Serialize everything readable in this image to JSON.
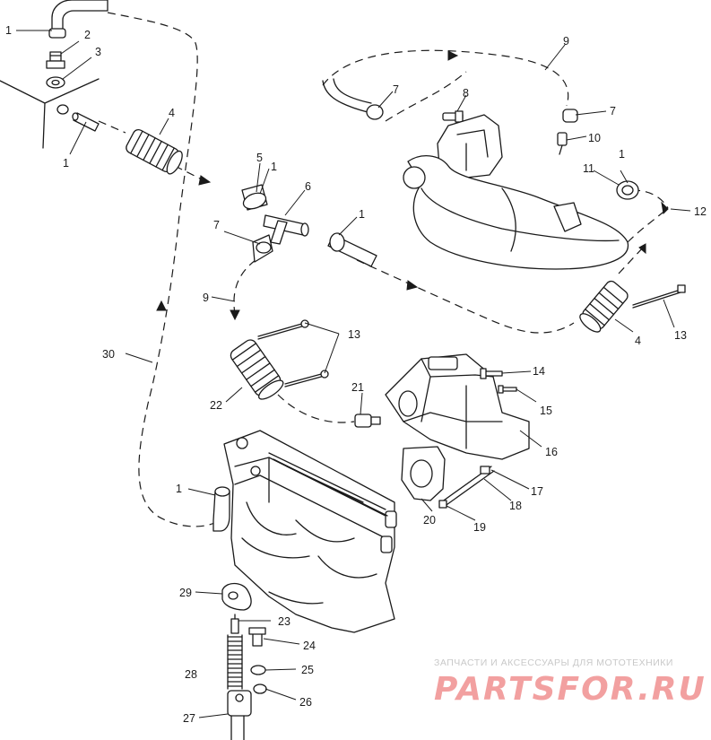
{
  "callouts": [
    {
      "id": "1a",
      "text": "1"
    },
    {
      "id": "2",
      "text": "2"
    },
    {
      "id": "3",
      "text": "3"
    },
    {
      "id": "1b",
      "text": "1"
    },
    {
      "id": "4a",
      "text": "4"
    },
    {
      "id": "5",
      "text": "5"
    },
    {
      "id": "1c",
      "text": "1"
    },
    {
      "id": "6",
      "text": "6"
    },
    {
      "id": "7a",
      "text": "7"
    },
    {
      "id": "1d",
      "text": "1"
    },
    {
      "id": "9a",
      "text": "9"
    },
    {
      "id": "30",
      "text": "30"
    },
    {
      "id": "22",
      "text": "22"
    },
    {
      "id": "13a",
      "text": "13"
    },
    {
      "id": "7b",
      "text": "7"
    },
    {
      "id": "8",
      "text": "8"
    },
    {
      "id": "9b",
      "text": "9"
    },
    {
      "id": "7c",
      "text": "7"
    },
    {
      "id": "10",
      "text": "10"
    },
    {
      "id": "11",
      "text": "11"
    },
    {
      "id": "1e",
      "text": "1"
    },
    {
      "id": "12",
      "text": "12"
    },
    {
      "id": "4b",
      "text": "4"
    },
    {
      "id": "13b",
      "text": "13"
    },
    {
      "id": "14",
      "text": "14"
    },
    {
      "id": "15",
      "text": "15"
    },
    {
      "id": "16",
      "text": "16"
    },
    {
      "id": "21",
      "text": "21"
    },
    {
      "id": "17",
      "text": "17"
    },
    {
      "id": "18",
      "text": "18"
    },
    {
      "id": "19",
      "text": "19"
    },
    {
      "id": "20",
      "text": "20"
    },
    {
      "id": "1f",
      "text": "1"
    },
    {
      "id": "29",
      "text": "29"
    },
    {
      "id": "23",
      "text": "23"
    },
    {
      "id": "24",
      "text": "24"
    },
    {
      "id": "25",
      "text": "25"
    },
    {
      "id": "26",
      "text": "26"
    },
    {
      "id": "28",
      "text": "28"
    },
    {
      "id": "27",
      "text": "27"
    }
  ],
  "watermark": {
    "subtitle": "ЗАПЧАСТИ И АКСЕССУАРЫ ДЛЯ МОТОТЕХНИКИ",
    "brand": "PARTSFOR.RU",
    "color": "#f2a0a0"
  },
  "icons": [
    "hose-icon",
    "clamp-icon",
    "fitting-icon",
    "manifold-icon",
    "cylinder-block-icon",
    "bellows-icon",
    "cable-tie-icon",
    "spark-plug-icon"
  ]
}
